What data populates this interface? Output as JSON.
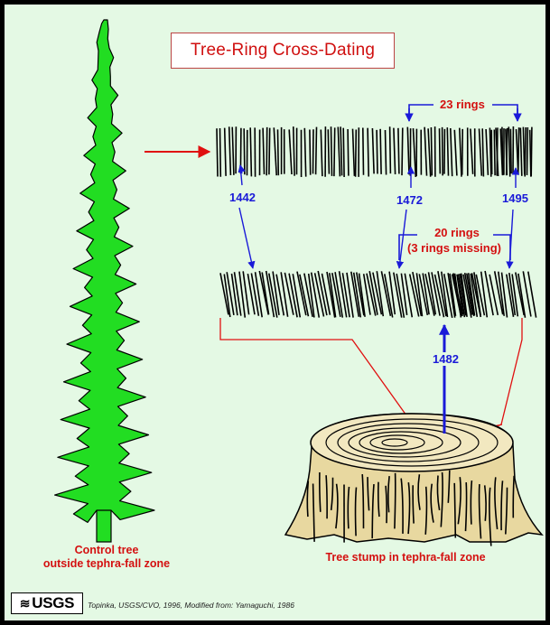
{
  "title": "Tree-Ring Cross-Dating",
  "labels": {
    "rings_23": "23 rings",
    "rings_20": "20 rings",
    "rings_missing": "(3 rings missing)",
    "year_1442": "1442",
    "year_1472": "1472",
    "year_1495": "1495",
    "year_1482": "1482"
  },
  "captions": {
    "control_tree_line1": "Control tree",
    "control_tree_line2": "outside tephra-fall zone",
    "stump": "Tree stump in tephra-fall zone"
  },
  "footer": {
    "logo_text": "USGS",
    "credit": "Topinka, USGS/CVO, 1996, Modified from: Yamaguchi, 1986"
  },
  "colors": {
    "tree_green": "#22dd22",
    "arrow_red": "#e01010",
    "arrow_blue": "#1a1ad8",
    "background": "#e4f9e4"
  }
}
